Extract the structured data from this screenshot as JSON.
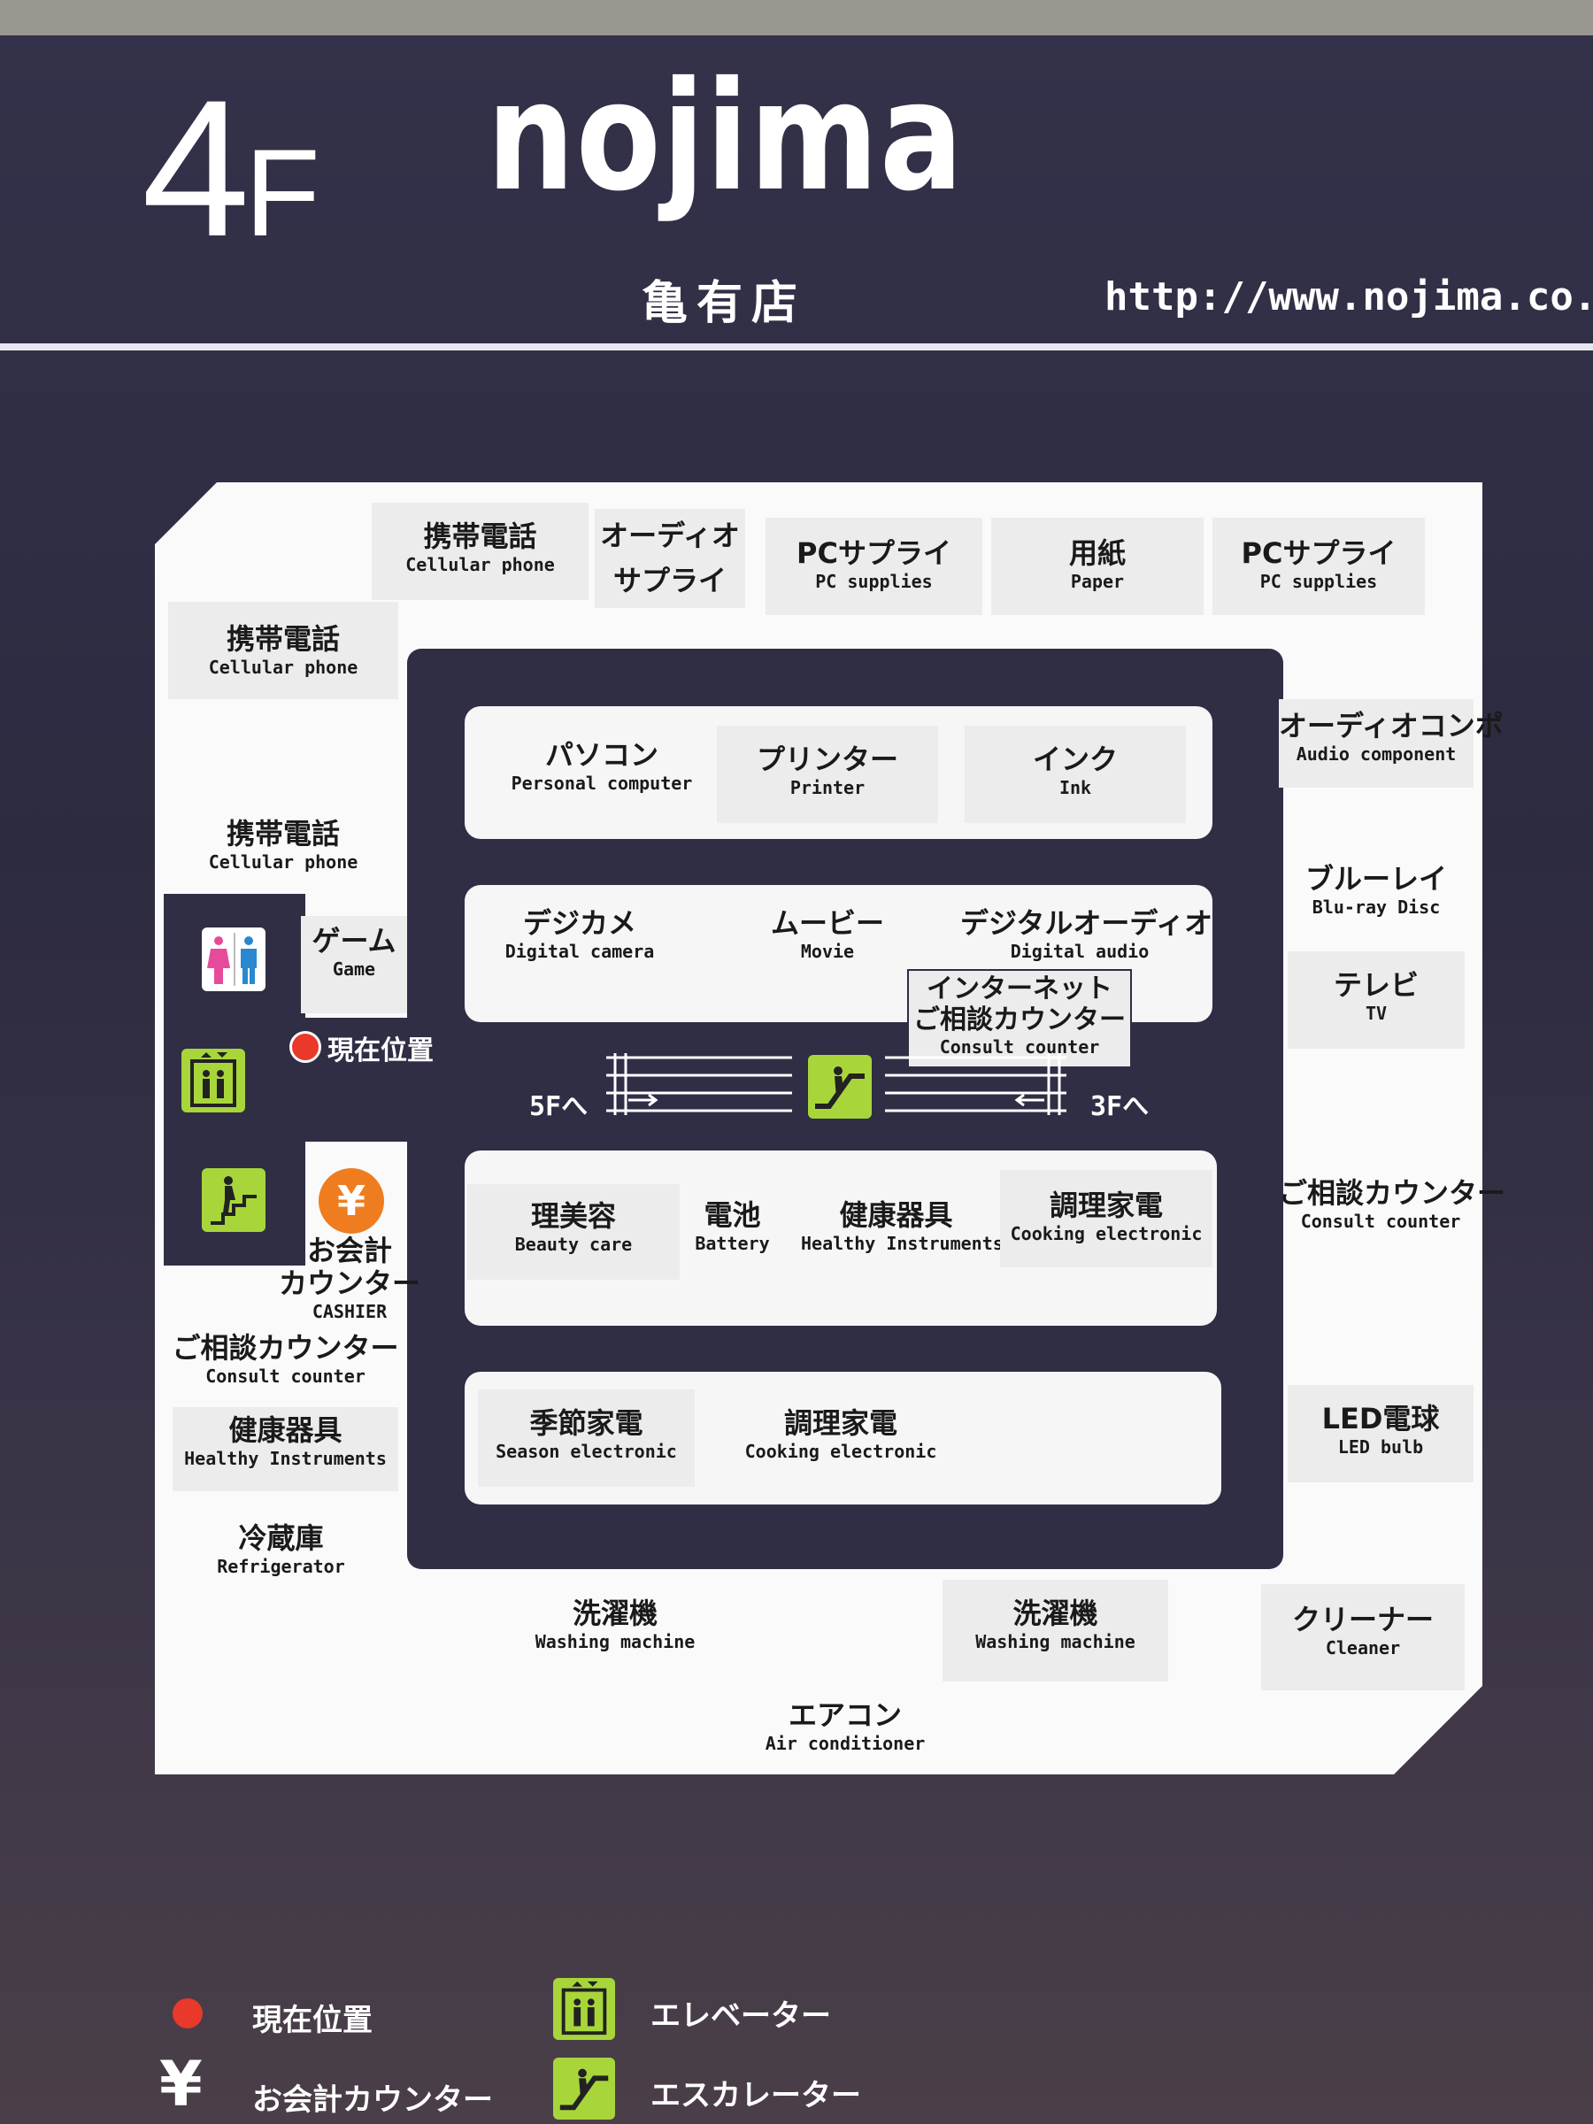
{
  "header": {
    "floor_num": "4",
    "floor_suffix": "F",
    "logo_text": "nojima",
    "store_name": "亀有店",
    "url": "http://www.nojima.co.jp/"
  },
  "colors": {
    "background": "#2d2b40",
    "logo_red": "#d9362c",
    "here_marker": "#e8392a",
    "icon_green": "#a8d63a",
    "cashier_orange": "#ef7d1f"
  },
  "map": {
    "top_row": [
      {
        "jp": "携帯電話",
        "en": "Cellular phone"
      },
      {
        "jp": "オーディオ",
        "en": ""
      },
      {
        "jp": "サプライ",
        "en": ""
      },
      {
        "jp": "PCサプライ",
        "en": "PC supplies"
      },
      {
        "jp": "用紙",
        "en": "Paper"
      },
      {
        "jp": "PCサプライ",
        "en": "PC supplies"
      }
    ],
    "left_col": [
      {
        "jp": "携帯電話",
        "en": "Cellular phone"
      },
      {
        "jp": "携帯電話",
        "en": "Cellular phone"
      },
      {
        "jp": "ゲーム",
        "en": "Game"
      },
      {
        "jp": "ご相談カウンター",
        "en": "Consult counter"
      },
      {
        "jp": "健康器具",
        "en": "Healthy Instruments"
      },
      {
        "jp": "冷蔵庫",
        "en": "Refrigerator"
      }
    ],
    "right_col": [
      {
        "jp": "オーディオコンポ",
        "en": "Audio component"
      },
      {
        "jp": "ブルーレイ",
        "en": "Blu-ray Disc"
      },
      {
        "jp": "テレビ",
        "en": "TV"
      },
      {
        "jp": "ご相談カウンター",
        "en": "Consult counter"
      },
      {
        "jp": "LED電球",
        "en": "LED bulb"
      },
      {
        "jp": "クリーナー",
        "en": "Cleaner"
      }
    ],
    "bottom_row": [
      {
        "jp": "洗濯機",
        "en": "Washing machine"
      },
      {
        "jp": "洗濯機",
        "en": "Washing machine"
      },
      {
        "jp": "エアコン",
        "en": "Air conditioner"
      }
    ],
    "island1": [
      {
        "jp": "パソコン",
        "en": "Personal computer"
      },
      {
        "jp": "プリンター",
        "en": "Printer"
      },
      {
        "jp": "インク",
        "en": "Ink"
      }
    ],
    "island2": [
      {
        "jp": "デジカメ",
        "en": "Digital camera"
      },
      {
        "jp": "ムービー",
        "en": "Movie"
      },
      {
        "jp": "デジタルオーディオ",
        "en": "Digital audio"
      }
    ],
    "internet_counter": {
      "jp1": "インターネット",
      "jp2": "ご相談カウンター",
      "en": "Consult counter"
    },
    "island3": [
      {
        "jp": "理美容",
        "en": "Beauty care"
      },
      {
        "jp": "電池",
        "en": "Battery"
      },
      {
        "jp": "健康器具",
        "en": "Healthy Instruments"
      },
      {
        "jp": "調理家電",
        "en": "Cooking electronic"
      }
    ],
    "island4": [
      {
        "jp": "季節家電",
        "en": "Season electronic"
      },
      {
        "jp": "調理家電",
        "en": "Cooking electronic"
      }
    ],
    "escalator": {
      "up_label": "5Fへ",
      "down_label": "3Fへ"
    },
    "here_label": "現在位置",
    "cashier": {
      "jp1": "お会計",
      "jp2": "カウンター",
      "en": "CASHIER"
    }
  },
  "legend": [
    {
      "icon": "here-marker-icon",
      "label": "現在位置"
    },
    {
      "icon": "elevator-icon",
      "label": "エレベーター"
    },
    {
      "icon": "yen-icon",
      "label": "お会計カウンター"
    },
    {
      "icon": "escalator-icon",
      "label": "エスカレーター"
    }
  ]
}
